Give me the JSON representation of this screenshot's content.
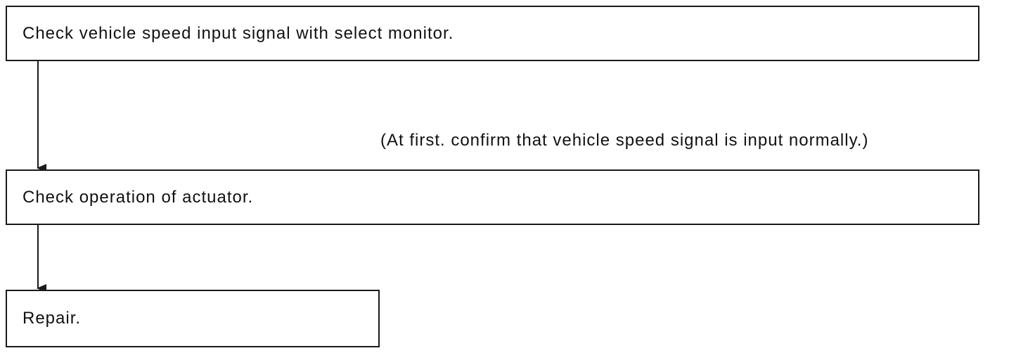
{
  "steps": [
    {
      "label": "Check vehicle speed input signal with select monitor."
    },
    {
      "label": "Check operation of actuator."
    },
    {
      "label": "Repair."
    }
  ],
  "notes": {
    "step1_to_step2": "(At first. confirm that vehicle speed signal is input normally.)"
  },
  "colors": {
    "line": "#1a1a1a",
    "background": "#ffffff"
  }
}
